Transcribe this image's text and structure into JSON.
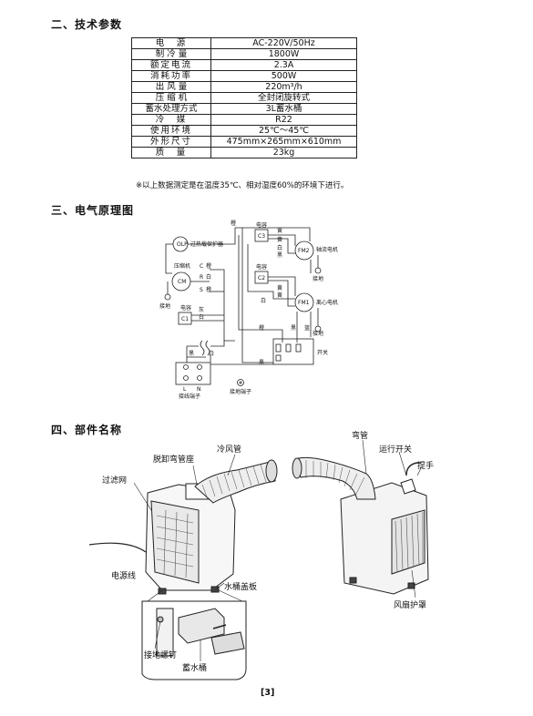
{
  "sections": {
    "specs_title": "二、技术参数",
    "circuit_title": "三、电气原理图",
    "parts_title": "四、部件名称"
  },
  "specs": [
    {
      "label": "电　源",
      "value": "AC-220V/50Hz"
    },
    {
      "label": "制 冷 量",
      "value": "1800W"
    },
    {
      "label": "额定电流",
      "value": "2.3A"
    },
    {
      "label": "消耗功率",
      "value": "500W"
    },
    {
      "label": "出 风 量",
      "value": "220m³/h"
    },
    {
      "label": "压 缩 机",
      "value": "全封闭旋转式"
    },
    {
      "label": "蓄水处理方式",
      "value": "3L蓄水桶"
    },
    {
      "label": "冷　媒",
      "value": "R22"
    },
    {
      "label": "使用环境",
      "value": "25℃～45℃"
    },
    {
      "label": "外形尺寸",
      "value": "475mm×265mm×610mm"
    },
    {
      "label": "质　量",
      "value": "23kg"
    }
  ],
  "note": "※以上数据测定是在温度35℃、相对湿度60%的环境下进行。",
  "circuit": {
    "olp": "OLP",
    "olp_label": "过热载保护器",
    "compressor": "压缩机",
    "cm": "CM",
    "c_term": "C",
    "r_term": "R",
    "s_term": "S",
    "c1": "C1",
    "c2": "C2",
    "c3": "C3",
    "capacitor1": "电容",
    "capacitor2": "电容",
    "capacitor3": "电容",
    "fm1": "FM1",
    "fm2": "FM2",
    "fm1_label": "离心电机",
    "fm2_label": "轴流电机",
    "ground1": "接地",
    "ground2": "接地",
    "ground3": "接地",
    "switch": "开关",
    "terminal_block": "接线端子",
    "ground_terminal": "接地端子",
    "l": "L",
    "n": "N",
    "wire_orange": "橙",
    "wire_yellow": "黄",
    "wire_white": "白",
    "wire_black": "黑",
    "wire_gray": "灰",
    "wire_blue": "蓝"
  },
  "parts": {
    "filter": "过滤网",
    "drain_seat": "脱卸弯管座",
    "cold_duct": "冷风管",
    "elbow": "弯管",
    "run_switch": "运行开关",
    "handle": "提手",
    "power_cord": "电源线",
    "tank_cover": "水桶盖板",
    "fan_guard": "风扇护罩",
    "ground_screw": "接地螺钉",
    "water_tank": "蓄水桶"
  },
  "page_number": "[3]"
}
